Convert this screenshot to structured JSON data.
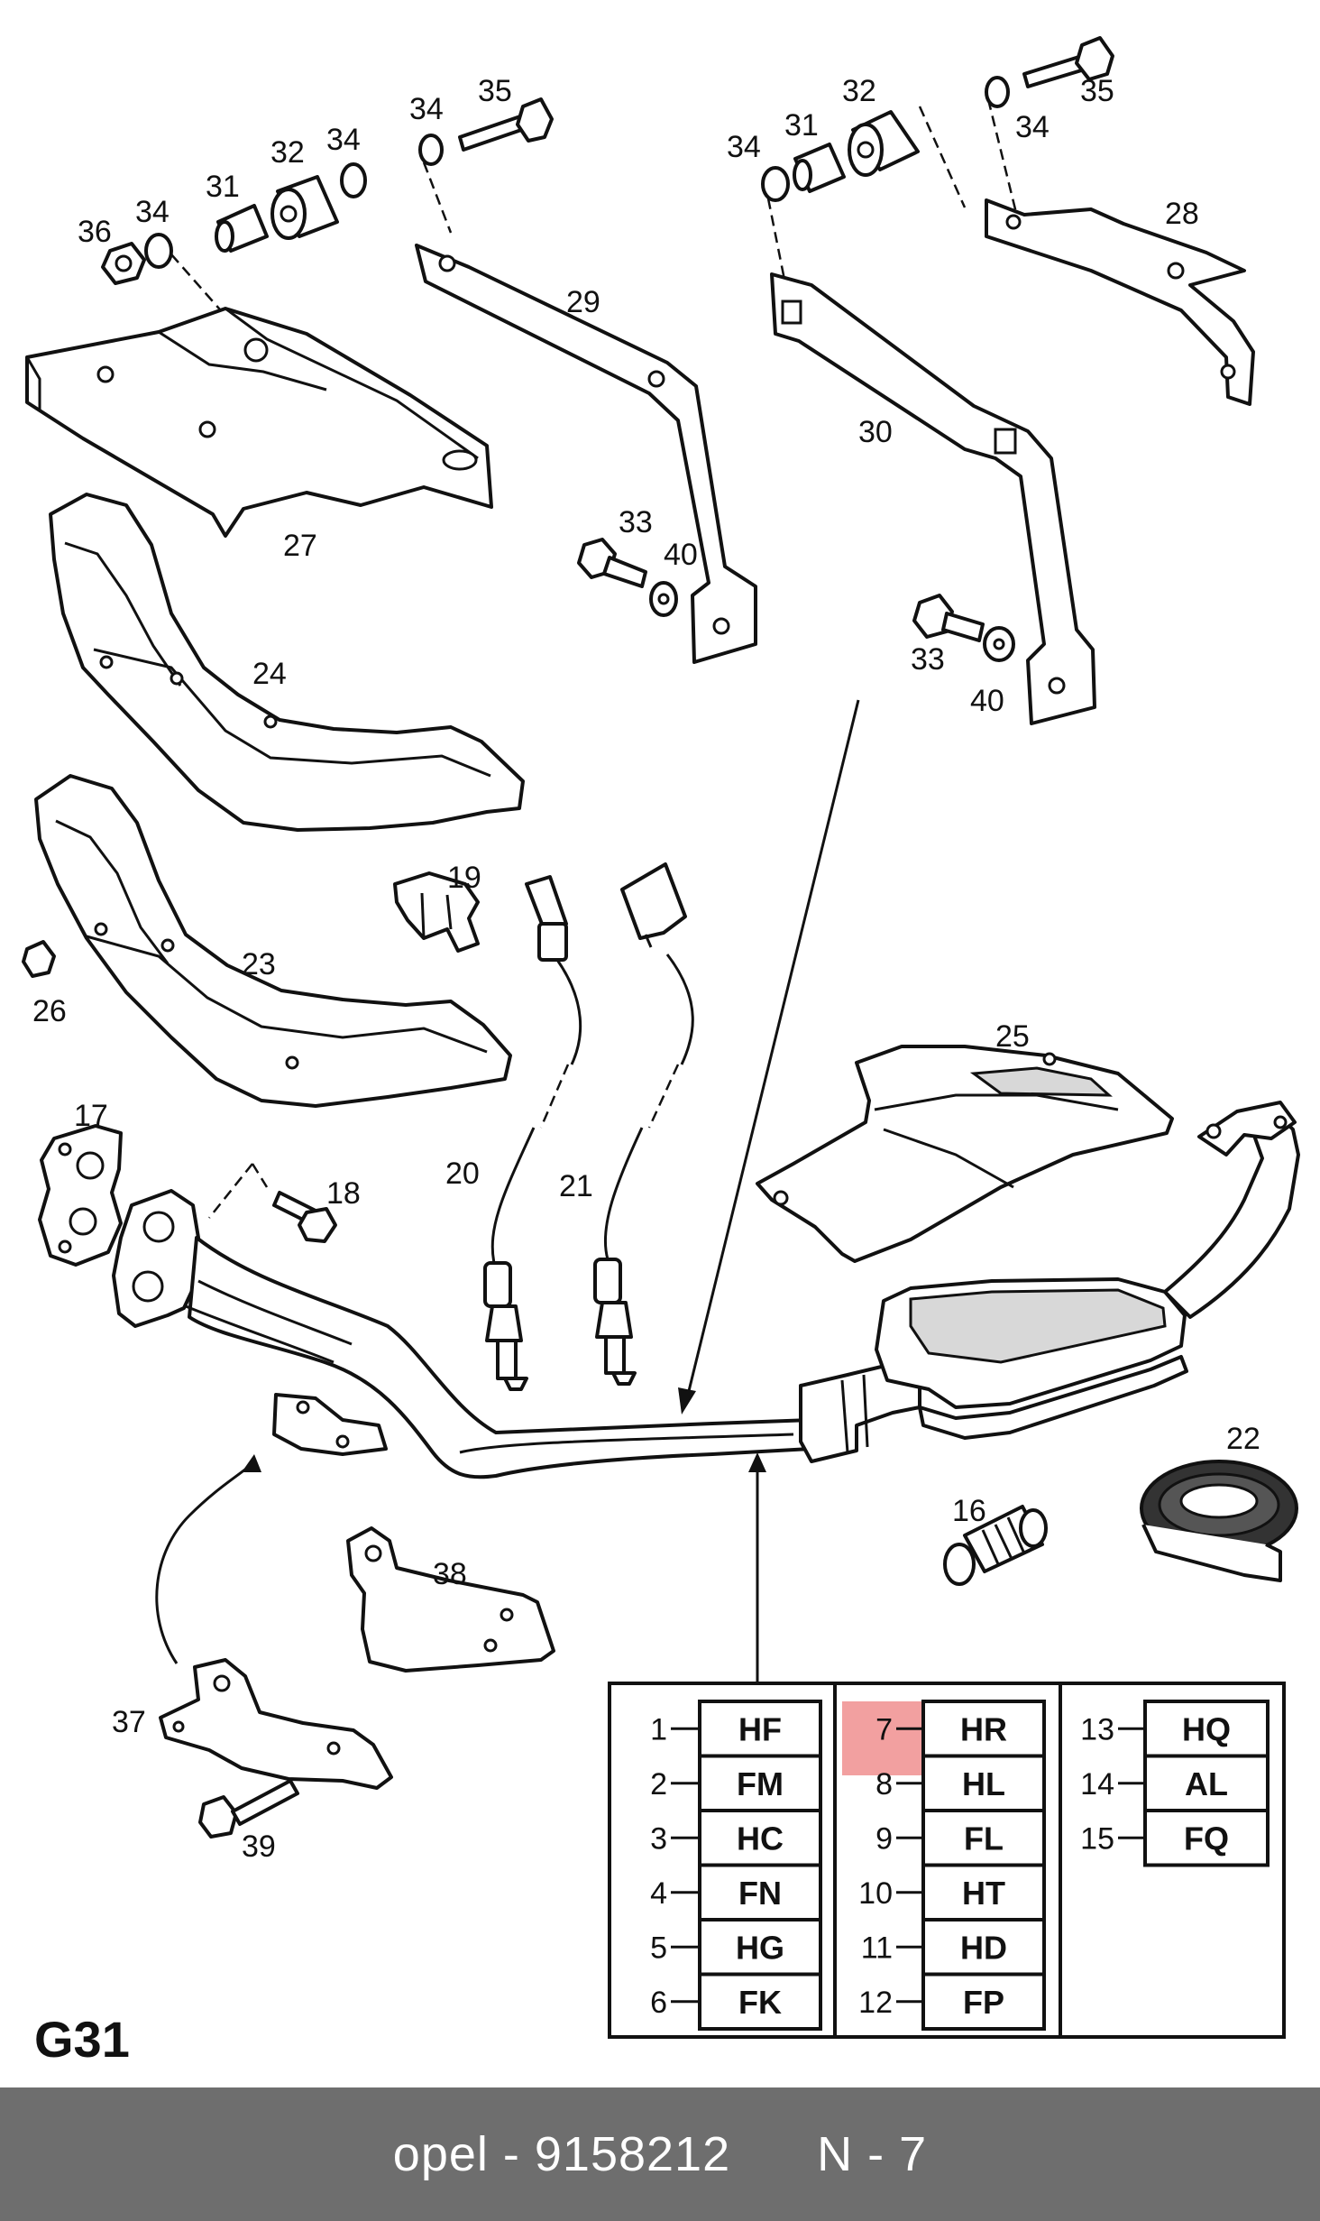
{
  "diagram_id": "G31",
  "footer": {
    "brand": "opel",
    "separator": " - ",
    "part_number": "9158212",
    "position": "N - 7"
  },
  "highlight_color": "#f2a0a0",
  "footer_color": "#6e6e6e",
  "callouts": {
    "c16": "16",
    "c17": "17",
    "c18": "18",
    "c19": "19",
    "c20": "20",
    "c21": "21",
    "c22": "22",
    "c23": "23",
    "c24": "24",
    "c25": "25",
    "c26": "26",
    "c27": "27",
    "c28": "28",
    "c29": "29",
    "c30": "30",
    "c31a": "31",
    "c31b": "31",
    "c32a": "32",
    "c32b": "32",
    "c33a": "33",
    "c33b": "33",
    "c34a": "34",
    "c34b": "34",
    "c34c": "34",
    "c34d": "34",
    "c34e": "34",
    "c35a": "35",
    "c35b": "35",
    "c36": "36",
    "c37": "37",
    "c38": "38",
    "c39": "39",
    "c40a": "40",
    "c40b": "40"
  },
  "code_table": {
    "col1": [
      {
        "num": "1",
        "code": "HF"
      },
      {
        "num": "2",
        "code": "FM"
      },
      {
        "num": "3",
        "code": "HC"
      },
      {
        "num": "4",
        "code": "FN"
      },
      {
        "num": "5",
        "code": "HG"
      },
      {
        "num": "6",
        "code": "FK"
      }
    ],
    "col2": [
      {
        "num": "7",
        "code": "HR"
      },
      {
        "num": "8",
        "code": "HL"
      },
      {
        "num": "9",
        "code": "FL"
      },
      {
        "num": "10",
        "code": "HT"
      },
      {
        "num": "11",
        "code": "HD"
      },
      {
        "num": "12",
        "code": "FP"
      }
    ],
    "col3": [
      {
        "num": "13",
        "code": "HQ"
      },
      {
        "num": "14",
        "code": "AL"
      },
      {
        "num": "15",
        "code": "FQ"
      }
    ]
  }
}
